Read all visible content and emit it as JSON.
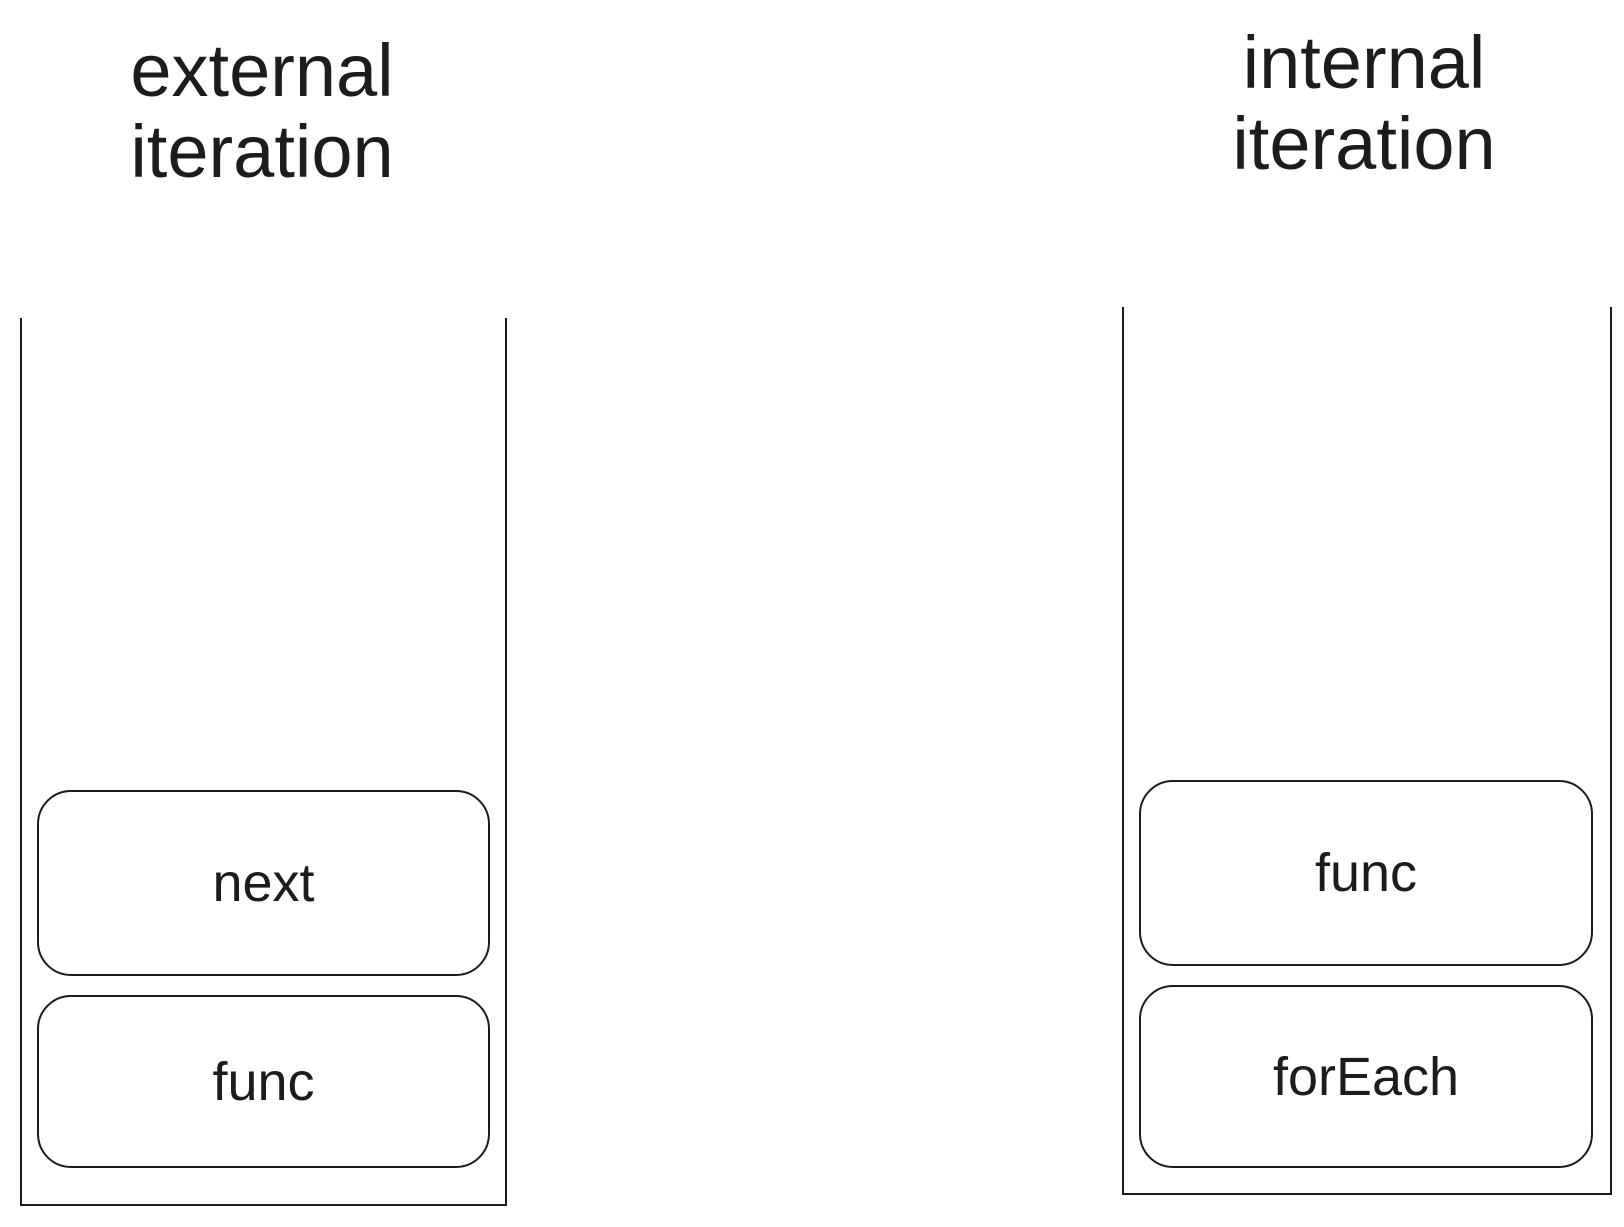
{
  "page": {
    "background": "#ffffff",
    "ink_color": "#1c1c1c"
  },
  "columns": [
    {
      "id": "external",
      "title_lines": [
        "external",
        "iteration"
      ],
      "frames": [
        {
          "label": "next"
        },
        {
          "label": "func"
        }
      ]
    },
    {
      "id": "internal",
      "title_lines": [
        "internal",
        "iteration"
      ],
      "frames": [
        {
          "label": "func"
        },
        {
          "label": "forEach"
        }
      ]
    }
  ]
}
